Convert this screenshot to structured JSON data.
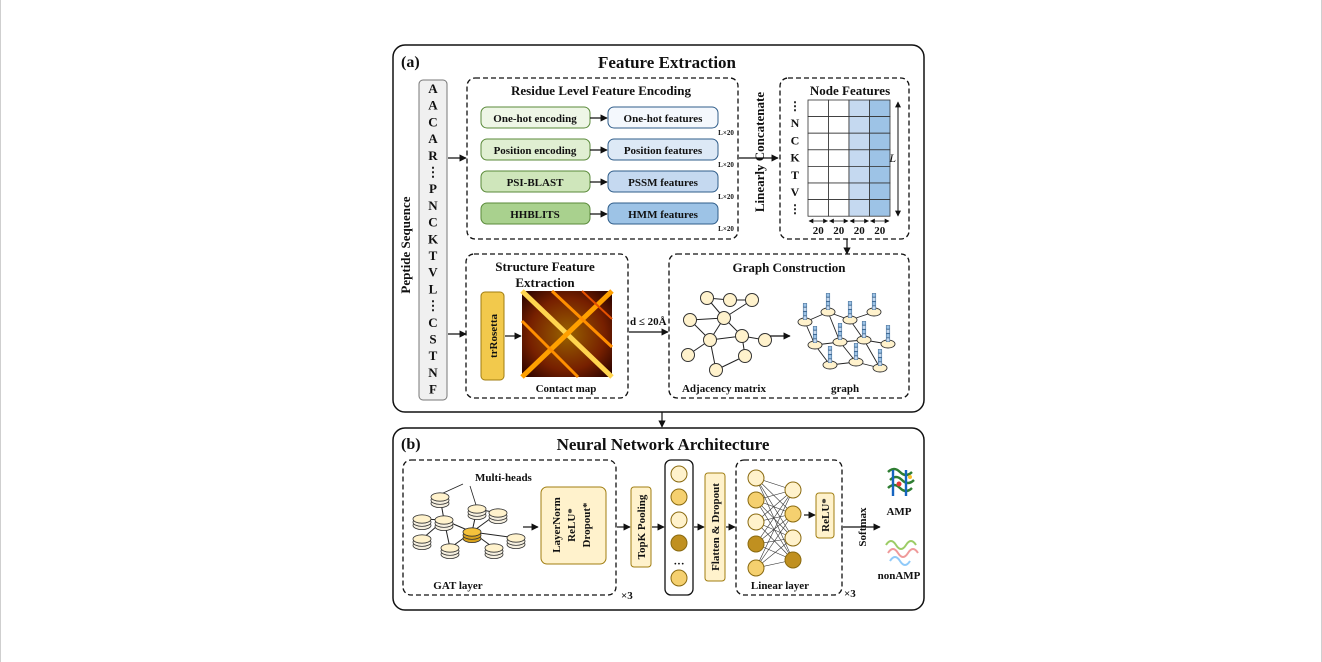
{
  "panel_a": {
    "label": "(a)",
    "title": "Feature Extraction",
    "sequence_label": "Peptide Sequence",
    "sequence_top": [
      "A",
      "A",
      "C",
      "A",
      "R",
      "⋮",
      "P",
      "N",
      "C",
      "K",
      "T",
      "V",
      "L",
      "⋮",
      "C",
      "S",
      "T",
      "N",
      "F"
    ],
    "residue_box": {
      "title": "Residue Level Feature Encoding",
      "rows": [
        {
          "method": "One-hot encoding",
          "feature": "One-hot features",
          "dim": "L×20"
        },
        {
          "method": "Position encoding",
          "feature": "Position features",
          "dim": "L×20"
        },
        {
          "method": "PSI-BLAST",
          "feature": "PSSM features",
          "dim": "L×20"
        },
        {
          "method": "HHBLITS",
          "feature": "HMM features",
          "dim": "L×20"
        }
      ]
    },
    "concat_label": "Linearly Concatenate",
    "node_features": {
      "title": "Node Features",
      "letters": [
        "⋮",
        "N",
        "C",
        "K",
        "T",
        "V",
        "⋮"
      ],
      "col_labels": [
        "20",
        "20",
        "20",
        "20"
      ],
      "length_label": "L"
    },
    "structure": {
      "title_line1": "Structure Feature",
      "title_line2": "Extraction",
      "tool": "trRosetta",
      "map_label": "Contact map",
      "threshold": "d ≤ 20Å"
    },
    "graph": {
      "title": "Graph Construction",
      "adjacency_label": "Adjacency matrix",
      "graph_label": "graph"
    }
  },
  "panel_b": {
    "label": "(b)",
    "title": "Neural Network Architecture",
    "multi_heads": "Multi-heads",
    "gat_label": "GAT layer",
    "norm_lines": [
      "LayerNorm",
      "ReLU*",
      "Dropout*"
    ],
    "repeat_1": "×3",
    "topk": "TopK Pooling",
    "ellipsis": "···",
    "flatten": "Flatten & Dropout",
    "linear_label": "Linear layer",
    "relu": "ReLU*",
    "repeat_2": "×3",
    "softmax": "Softmax",
    "out_amp": "AMP",
    "out_nonamp": "nonAMP"
  },
  "colors": {
    "green_light": "#e8f3dc",
    "green_mid": "#c8e2b0",
    "green_dark": "#a9d18e",
    "blue_light": "#e9f1fa",
    "blue_mid": "#c5d9f0",
    "blue_dark": "#9dc3e6",
    "yellow": "#fff2cc",
    "yellow_dark": "#f5d06f",
    "gold": "#c9a227",
    "trrosetta": "#f2c94c"
  }
}
